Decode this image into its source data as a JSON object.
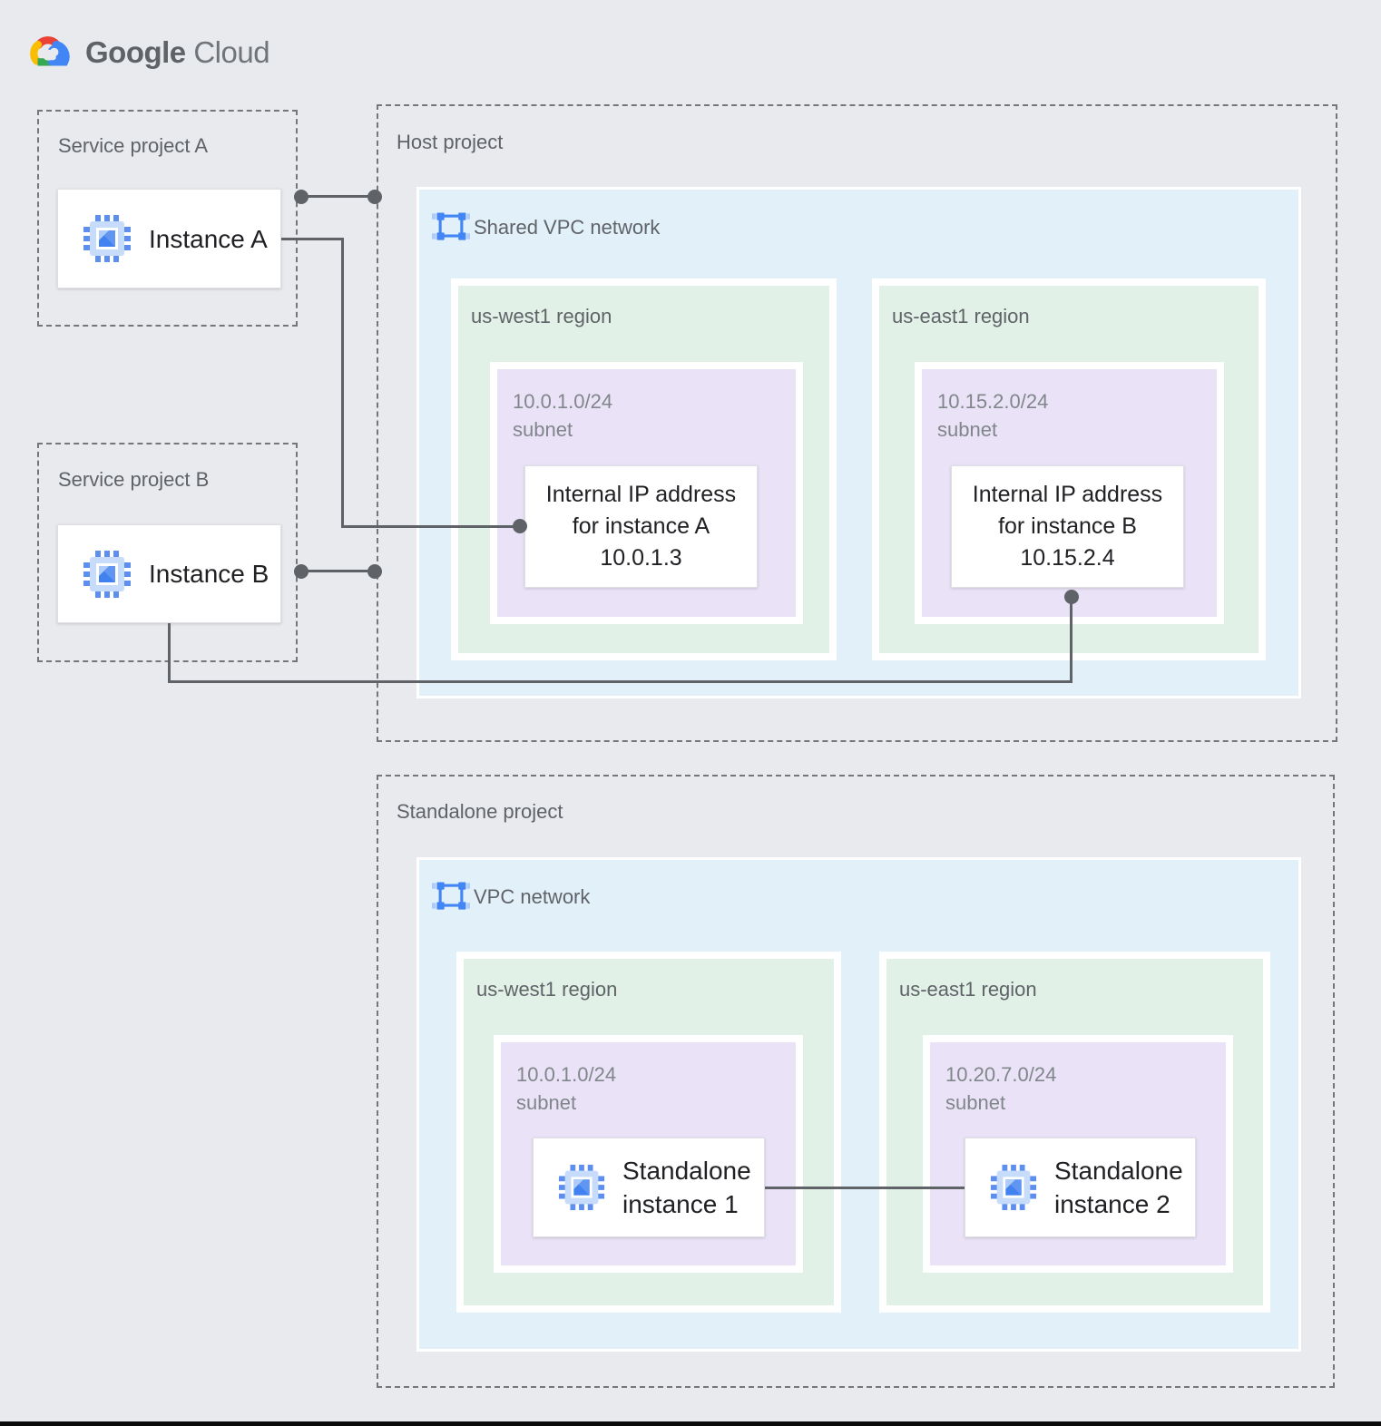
{
  "logo": {
    "google": "Google",
    "cloud": "Cloud"
  },
  "service_project_a": {
    "label": "Service project A",
    "instance_label": "Instance A"
  },
  "service_project_b": {
    "label": "Service project B",
    "instance_label": "Instance B"
  },
  "host_project": {
    "label": "Host project",
    "network_label": "Shared VPC network",
    "west": {
      "region": "us-west1 region",
      "cidr": "10.0.1.0/24",
      "subnet_word": "subnet",
      "ip_line1": "Internal IP address",
      "ip_line2": "for instance A",
      "ip_line3": "10.0.1.3"
    },
    "east": {
      "region": "us-east1 region",
      "cidr": "10.15.2.0/24",
      "subnet_word": "subnet",
      "ip_line1": "Internal IP address",
      "ip_line2": "for instance B",
      "ip_line3": "10.15.2.4"
    }
  },
  "standalone_project": {
    "label": "Standalone project",
    "network_label": "VPC network",
    "west": {
      "region": "us-west1 region",
      "cidr": "10.0.1.0/24",
      "subnet_word": "subnet",
      "inst_line1": "Standalone",
      "inst_line2": "instance 1"
    },
    "east": {
      "region": "us-east1 region",
      "cidr": "10.20.7.0/24",
      "subnet_word": "subnet",
      "inst_line1": "Standalone",
      "inst_line2": "instance 2"
    }
  },
  "colors": {
    "background": "#E8EAED",
    "network_fill": "#E2F0FA",
    "region_fill": "#E2F1E7",
    "subnet_fill": "#EAE2F6",
    "connector": "#5F6368",
    "dashed_border": "#75757A",
    "label_gray": "#5F6368",
    "subnet_gray": "#80868B",
    "card_text": "#202124",
    "google_blue": "#4285F4",
    "google_red": "#EA4335",
    "google_yellow": "#FBBC04",
    "google_green": "#34A853",
    "icon_light_blue": "#AECBFA"
  }
}
